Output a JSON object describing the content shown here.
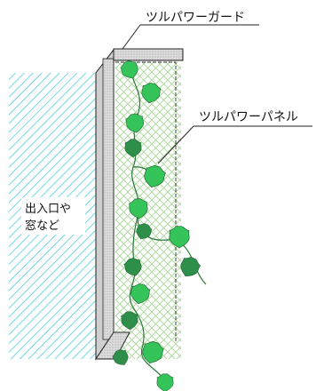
{
  "labels": {
    "guard": "ツルパワーガード",
    "panel": "ツルパワーパネル",
    "opening_line1": "出入口や",
    "opening_line2": "窓など"
  },
  "colors": {
    "opening_hatch": "#36c8dc",
    "wall_fill": "#d8d8d8",
    "panel_mesh": "#b8dfa9",
    "leaf_light": "#35c45a",
    "leaf_dark": "#2e8f4a",
    "vine": "#2a7a3a",
    "outline": "#222222"
  },
  "icons": {
    "leaf": "ivy-leaf-icon"
  }
}
